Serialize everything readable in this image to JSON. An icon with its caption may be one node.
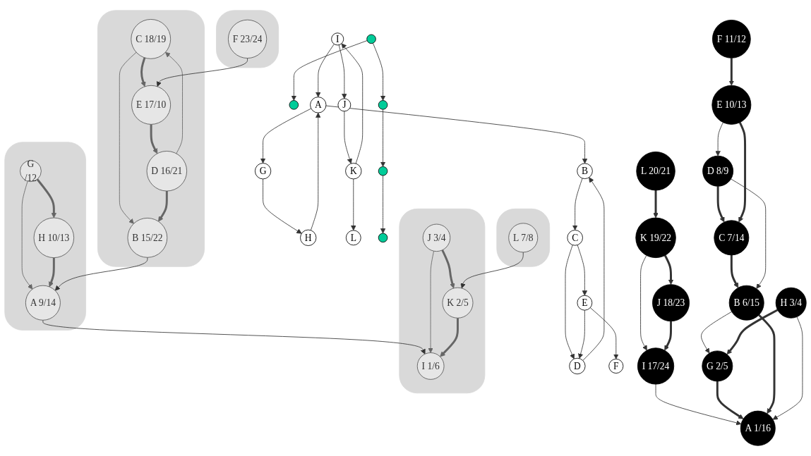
{
  "diagram": {
    "nodes": [
      {
        "text": [
          "A"
        ]
      },
      {
        "text": [
          "B"
        ]
      },
      {
        "text": [
          "C"
        ]
      },
      {
        "text": [
          "D"
        ]
      },
      {
        "text": [
          "E"
        ]
      },
      {
        "text": [
          "F"
        ]
      },
      {
        "text": [
          "G"
        ]
      },
      {
        "text": [
          "H"
        ]
      },
      {
        "text": [
          "I"
        ]
      },
      {
        "text": [
          "J"
        ]
      },
      {
        "text": [
          "K"
        ]
      },
      {
        "text": [
          "L"
        ]
      },
      {
        "text": [
          "A 1/16"
        ]
      },
      {
        "text": [
          "B 6/15"
        ]
      },
      {
        "text": [
          "C 7/14"
        ]
      },
      {
        "text": [
          "D 8/9"
        ]
      },
      {
        "text": [
          "E 10/13"
        ]
      },
      {
        "text": [
          "F 11/12"
        ]
      },
      {
        "text": [
          "G 2/5"
        ]
      },
      {
        "text": [
          "H 3/4"
        ]
      },
      {
        "text": [
          "I 17/24"
        ]
      },
      {
        "text": [
          "J 18/23"
        ]
      },
      {
        "text": [
          "K 19/22"
        ]
      },
      {
        "text": [
          "L 20/21"
        ]
      },
      {
        "text": [],
        "shape": "cloud"
      },
      {
        "text": [
          "A 9/14"
        ],
        "in": 24
      },
      {
        "text": [
          "G",
          "/12"
        ],
        "in": 24
      },
      {
        "text": [
          "H 10/13"
        ],
        "in": 24
      },
      {
        "text": [],
        "shape": "cloud"
      },
      {
        "text": [
          "I 1/6"
        ],
        "in": 28
      },
      {
        "text": [
          "J 3/4"
        ],
        "in": 28
      },
      {
        "text": [
          "K 2/5"
        ],
        "in": 28
      },
      {
        "text": [],
        "shape": "cloud"
      },
      {
        "text": [
          "B 15/22"
        ],
        "in": 32
      },
      {
        "text": [
          "C 18/19"
        ],
        "in": 32
      },
      {
        "text": [
          "D 16/21"
        ],
        "in": 32
      },
      {
        "text": [
          "E 17/10"
        ],
        "in": 32
      },
      {
        "text": [],
        "shape": "cloud"
      },
      {
        "text": [
          "F 23/24"
        ],
        "in": 37
      },
      {
        "text": [],
        "shape": "cloud"
      },
      {
        "text": [
          "L 7/8"
        ],
        "in": 39
      },
      {
        "text": [],
        "shape": "circle"
      },
      {
        "text": [],
        "shape": "circle"
      },
      {
        "text": [],
        "shape": "circle"
      },
      {
        "text": [],
        "shape": "circle"
      },
      {
        "text": [],
        "shape": "circle"
      }
    ],
    "edges": [
      {
        "from": 8,
        "to": 0,
        "arrow": "to"
      },
      {
        "from": 0,
        "to": 6,
        "arrow": "to"
      },
      {
        "from": 0,
        "to": 1,
        "arrow": "to"
      },
      {
        "from": 8,
        "to": 9,
        "arrow": "to"
      },
      {
        "from": 9,
        "to": 10,
        "arrow": "to"
      },
      {
        "from": 10,
        "to": 8,
        "arrow": "to"
      },
      {
        "from": 6,
        "to": 7,
        "arrow": "to"
      },
      {
        "from": 7,
        "to": 0,
        "arrow": "to"
      },
      {
        "from": 1,
        "to": 2,
        "arrow": "to"
      },
      {
        "from": 2,
        "to": 3,
        "arrow": "to"
      },
      {
        "from": 2,
        "to": 4,
        "arrow": "to"
      },
      {
        "from": 3,
        "to": 1,
        "arrow": "to"
      },
      {
        "from": 4,
        "to": 3,
        "arrow": "to"
      },
      {
        "from": 4,
        "to": 5,
        "arrow": "to"
      },
      {
        "from": 10,
        "to": 11,
        "arrow": "to"
      },
      {
        "from": 20,
        "to": 12,
        "arrow": "to"
      },
      {
        "from": 18,
        "to": 12,
        "arrow": "to",
        "style": "thick"
      },
      {
        "from": 13,
        "to": 12,
        "arrow": "to",
        "style": "thick"
      },
      {
        "from": 19,
        "to": 12,
        "arrow": "to"
      },
      {
        "from": 13,
        "to": 18,
        "arrow": "to"
      },
      {
        "from": 19,
        "to": 18,
        "arrow": "to",
        "style": "thick"
      },
      {
        "from": 14,
        "to": 13,
        "arrow": "to",
        "style": "thick"
      },
      {
        "from": 15,
        "to": 13,
        "arrow": "to"
      },
      {
        "from": 15,
        "to": 14,
        "arrow": "to",
        "style": "thick"
      },
      {
        "from": 16,
        "to": 14,
        "arrow": "to",
        "style": "thick"
      },
      {
        "from": 16,
        "to": 15,
        "arrow": "to"
      },
      {
        "from": 17,
        "to": 16,
        "arrow": "to",
        "style": "thick"
      },
      {
        "from": 22,
        "to": 20,
        "arrow": "to"
      },
      {
        "from": 21,
        "to": 20,
        "arrow": "to",
        "style": "thick"
      },
      {
        "from": 22,
        "to": 21,
        "arrow": "to",
        "style": "thick"
      },
      {
        "from": 23,
        "to": 22,
        "arrow": "to",
        "style": "thick"
      },
      {
        "from": 25,
        "to": 29,
        "arrow": "to"
      },
      {
        "from": 26,
        "to": 25,
        "arrow": "to",
        "color": "#666666"
      },
      {
        "from": 27,
        "to": 25,
        "arrow": "to",
        "style": "thick",
        "color": "#666666"
      },
      {
        "from": 26,
        "to": 27,
        "arrow": "to",
        "style": "thick",
        "color": "#666666"
      },
      {
        "from": 33,
        "to": 25,
        "arrow": "to"
      },
      {
        "from": 34,
        "to": 33,
        "arrow": "to",
        "color": "#666666"
      },
      {
        "from": 35,
        "to": 33,
        "arrow": "to",
        "style": "thick",
        "color": "#666666"
      },
      {
        "from": 35,
        "to": 34,
        "arrow": "to",
        "color": "#666666"
      },
      {
        "from": 34,
        "to": 36,
        "arrow": "to",
        "style": "thick",
        "color": "#666666"
      },
      {
        "from": 36,
        "to": 35,
        "arrow": "to",
        "style": "thick",
        "color": "#666666"
      },
      {
        "from": 38,
        "to": 36,
        "arrow": "to"
      },
      {
        "from": 30,
        "to": 29,
        "arrow": "to",
        "color": "#666666"
      },
      {
        "from": 31,
        "to": 29,
        "arrow": "to",
        "style": "thick",
        "color": "#666666"
      },
      {
        "from": 30,
        "to": 31,
        "arrow": "to",
        "style": "thick",
        "color": "#666666"
      },
      {
        "from": 40,
        "to": 31,
        "arrow": "to"
      },
      {
        "from": 41,
        "to": 42,
        "arrow": "to"
      },
      {
        "from": 41,
        "to": 43,
        "arrow": "to"
      },
      {
        "from": 42,
        "to": 44,
        "arrow": "to"
      },
      {
        "from": 44,
        "to": 45,
        "arrow": "to"
      }
    ]
  }
}
